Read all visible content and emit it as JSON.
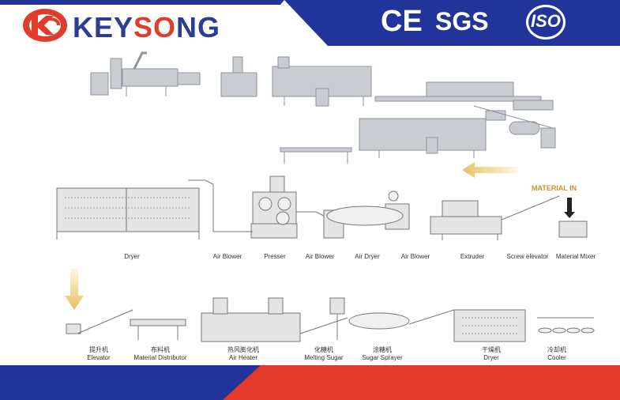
{
  "brand": {
    "name_prefix": "KEY",
    "name_accent": "SO",
    "name_suffix": "NG"
  },
  "certifications": {
    "ce": "CE",
    "sgs": "SGS",
    "iso": "ISO"
  },
  "material_in": "MATERIAL IN",
  "row1_labels": [
    "Dryer",
    "Air Blower",
    "Presser",
    "Air Blower",
    "Air Dryer",
    "Air Blower",
    "Extruder",
    "Screw elevator",
    "Material Mixer"
  ],
  "row2_labels": [
    {
      "cn": "提升机",
      "en": "Elevator"
    },
    {
      "cn": "布料机",
      "en": "Material Distributor"
    },
    {
      "cn": "热风膨化机",
      "en": "Air Heater"
    },
    {
      "cn": "化糖机",
      "en": "Melting Sugar"
    },
    {
      "cn": "涂糖机",
      "en": "Sugar Sprayer"
    },
    {
      "cn": "干燥机",
      "en": "Dryer"
    },
    {
      "cn": "冷却机",
      "en": "Cooler"
    }
  ],
  "colors": {
    "brand_blue": "#2a3d93",
    "brand_red": "#e23b2b",
    "arrow_gold": "#e8c064"
  }
}
